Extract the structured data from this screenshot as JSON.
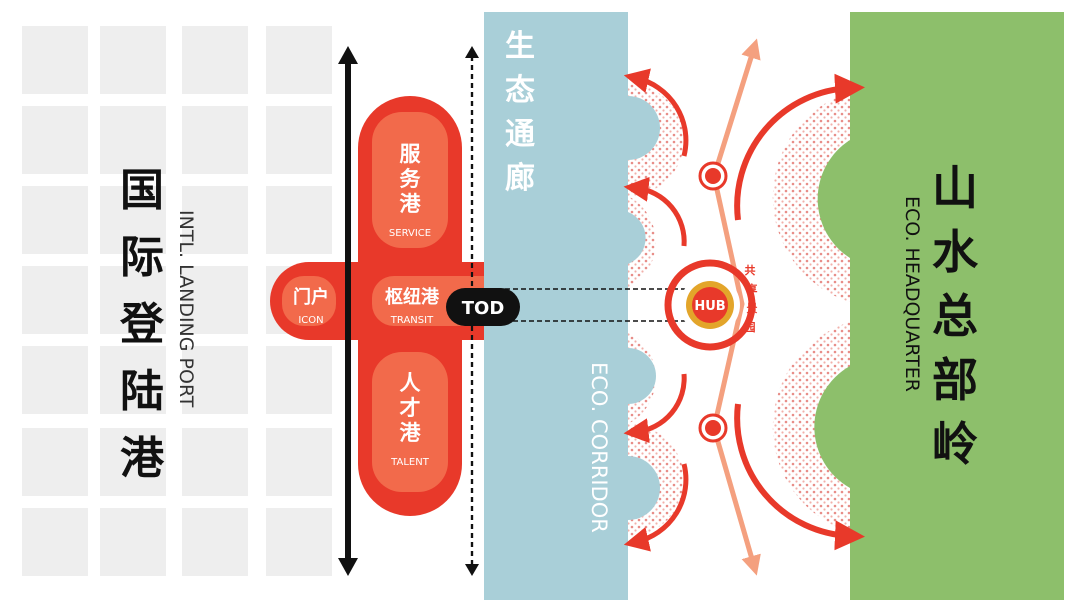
{
  "left_zone": {
    "title_cn": [
      "国",
      "际",
      "登",
      "陆",
      "港"
    ],
    "title_en": "INTL. LANDING PORT"
  },
  "hub_cross": {
    "service": {
      "cn": [
        "服",
        "务",
        "港"
      ],
      "en": "SERVICE"
    },
    "talent": {
      "cn": [
        "人",
        "才",
        "港"
      ],
      "en": "TALENT"
    },
    "icon_arm": {
      "cn": "门户",
      "en": "ICON"
    },
    "transit": {
      "cn": "枢纽港",
      "en": "TRANSIT"
    },
    "tod_label": "TOD"
  },
  "corridor": {
    "title_cn": [
      "生",
      "态",
      "通",
      "廊"
    ],
    "title_en": "ECO. CORRIDOR"
  },
  "hub_node": {
    "label": "HUB",
    "side_text": [
      "共",
      "享",
      "景",
      "园"
    ]
  },
  "right_zone": {
    "title_cn": [
      "山",
      "水",
      "总",
      "部",
      "岭"
    ],
    "title_en": "ECO. HEADQUARTER"
  },
  "colors": {
    "grid_cell": "#eeeeee",
    "red": "#e8392a",
    "orange": "#f26a4b",
    "salmon": "#f4a07f",
    "corridor": "#a9cfd8",
    "green": "#8dbf6b",
    "gold": "#e3a52a",
    "black": "#111111"
  }
}
